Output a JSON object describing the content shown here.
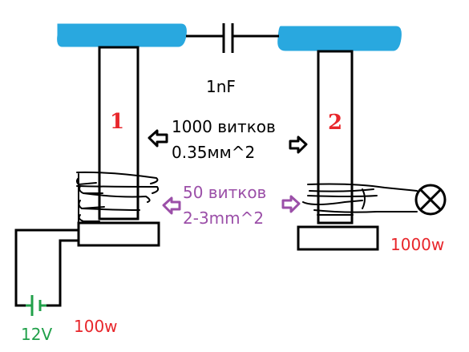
{
  "labels": {
    "coil1_number": "1",
    "coil2_number": "2",
    "capacitor": "1nF",
    "secondary_turns": "1000 витков",
    "secondary_wire": "0.35мм^2",
    "primary_turns": "50 витков",
    "primary_wire": "2-3mm^2",
    "battery_voltage": "12V",
    "power_left": "100w",
    "power_right": "1000w"
  },
  "colors": {
    "plate": "#29A8DF",
    "ink": "#000000",
    "label_red": "#E8262B",
    "label_purple": "#9B4FA8",
    "battery_green": "#21A04A"
  },
  "icons": {
    "arrow": "outline-arrow-icon",
    "lamp": "lamp-icon",
    "battery": "battery-icon",
    "capacitor": "capacitor-icon"
  }
}
